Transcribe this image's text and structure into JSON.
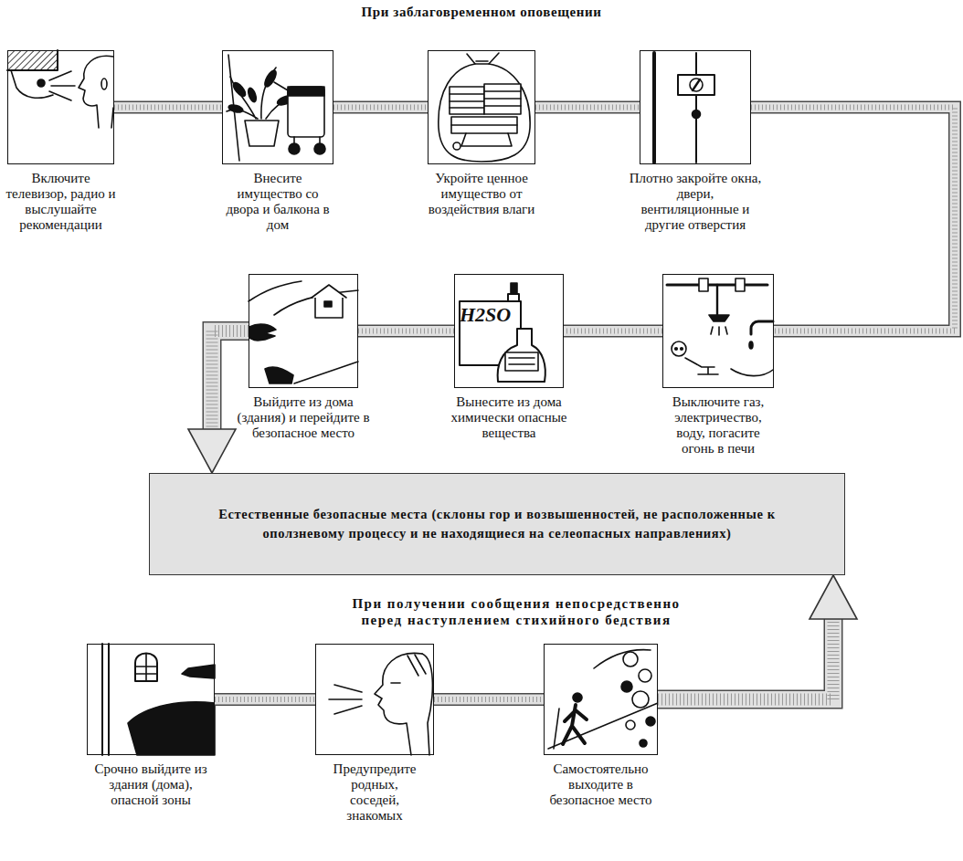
{
  "diagram": {
    "title": "При заблаговременном оповещении",
    "nodes": [
      {
        "text": [
          "Включите телевизор, радио и выслушайте рекомендации"
        ]
      },
      {
        "text": [
          "Внесите имущество со двора и балкона в дом"
        ]
      },
      {
        "text": [
          "Укройте ценное имущество от воздействия влаги"
        ]
      },
      {
        "text": [
          "Плотно закройте окна, двери, вентиляционные и другие отверстия"
        ]
      },
      {
        "text": [
          "Выключите газ, электричество, воду, погасите огонь в печи"
        ]
      },
      {
        "text": [
          "Вынесите из дома химически опасные вещества"
        ]
      },
      {
        "text": [
          "Выйдите из дома (здания) и перейдите в безопасное место"
        ]
      },
      {
        "text": [
          "Естественные безопасные места (склоны гор и возвышенностей, не расположенные к оползневому процессу и не находящиеся на селеопасных направлениях)"
        ]
      },
      {
        "text": [
          "Срочно выйдите из здания (дома), опасной зоны"
        ]
      },
      {
        "text": [
          "Предупредите родных, соседей, знакомых"
        ]
      },
      {
        "text": [
          "Самостоятельно выходите в безопасное место"
        ]
      }
    ],
    "edges": [
      {
        "from": 0,
        "to": 1,
        "arrow": "none"
      },
      {
        "from": 1,
        "to": 2,
        "arrow": "none"
      },
      {
        "from": 2,
        "to": 3,
        "arrow": "none"
      },
      {
        "from": 3,
        "to": 4,
        "arrow": "none"
      },
      {
        "from": 4,
        "to": 5,
        "arrow": "none"
      },
      {
        "from": 5,
        "to": 6,
        "arrow": "none"
      },
      {
        "from": 6,
        "to": 7,
        "arrow": "to"
      },
      {
        "from": 8,
        "to": 9,
        "arrow": "none"
      },
      {
        "from": 9,
        "to": 10,
        "arrow": "none"
      },
      {
        "from": 10,
        "to": 7,
        "arrow": "to"
      }
    ],
    "labels": [
      "При получении сообщения непосредственно перед наступлением стихийного бедствия",
      "H2SO"
    ]
  }
}
